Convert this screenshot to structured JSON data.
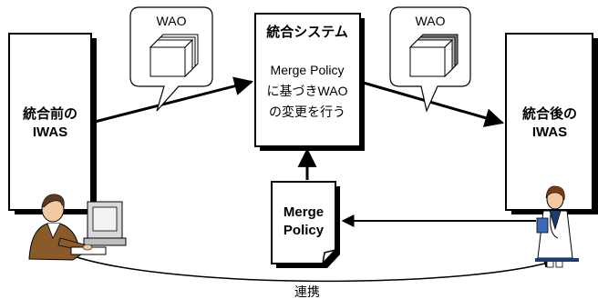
{
  "boxes": {
    "before": {
      "line1": "統合前の",
      "line2": "IWAS"
    },
    "system": {
      "title": "統合システム",
      "line1": "Merge Policy",
      "line2": "に基づきWAO",
      "line3": "の変更を行う"
    },
    "after": {
      "line1": "統合後の",
      "line2": "IWAS"
    },
    "policy": {
      "line1": "Merge",
      "line2": "Policy"
    }
  },
  "callouts": {
    "left": {
      "label": "WAO"
    },
    "right": {
      "label": "WAO"
    }
  },
  "link": {
    "label": "連携"
  },
  "icons": {
    "left_person": "engineer-at-computer-icon",
    "right_person": "doctor-icon"
  },
  "colors": {
    "stroke": "#000000",
    "fill": "#ffffff",
    "shadow": "#000000",
    "cube_dark": "#7f7f7f",
    "cube_light": "#bfbfbf"
  }
}
